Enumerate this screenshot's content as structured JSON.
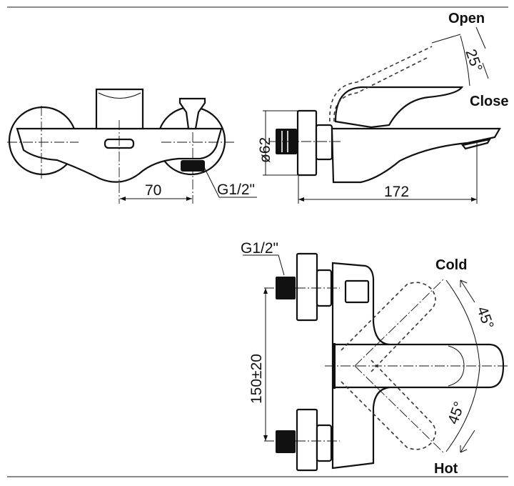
{
  "front_view": {
    "dimension_width": "70",
    "thread_label": "G1/2\""
  },
  "side_view": {
    "dimension_diameter": "ø62",
    "dimension_length": "172",
    "label_open": "Open",
    "label_close": "Close",
    "angle_lever": "25°"
  },
  "top_view": {
    "thread_label": "G1/2\"",
    "dimension_spacing": "150±20",
    "label_cold": "Cold",
    "label_hot": "Hot",
    "angle_cold": "45°",
    "angle_hot": "45°"
  }
}
